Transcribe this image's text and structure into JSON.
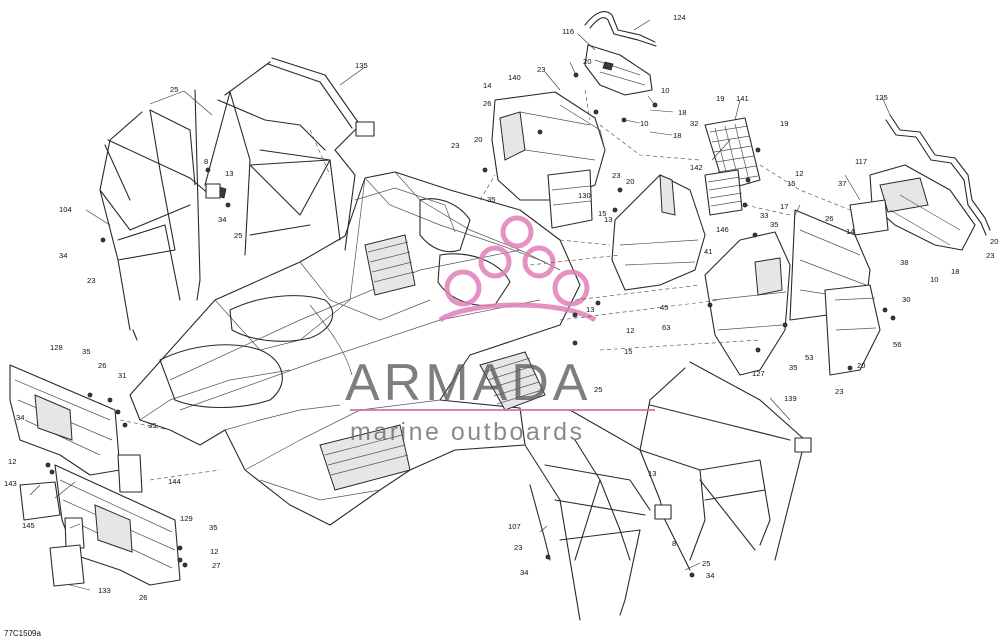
{
  "diagram_id": "77C1509a",
  "watermark": {
    "brand": "ARMADA",
    "tagline": "marine outboards",
    "logo_color": "#e07fb8",
    "rule_color": "#d86aa6"
  },
  "callouts": [
    {
      "label": "124"
    },
    {
      "label": "116"
    },
    {
      "label": "20"
    },
    {
      "label": "23"
    },
    {
      "label": "10"
    },
    {
      "label": "18"
    },
    {
      "label": "10"
    },
    {
      "label": "18"
    },
    {
      "label": "140"
    },
    {
      "label": "14"
    },
    {
      "label": "26"
    },
    {
      "label": "135"
    },
    {
      "label": "25"
    },
    {
      "label": "20"
    },
    {
      "label": "23"
    },
    {
      "label": "19"
    },
    {
      "label": "141"
    },
    {
      "label": "32"
    },
    {
      "label": "19"
    },
    {
      "label": "125"
    },
    {
      "label": "8"
    },
    {
      "label": "13"
    },
    {
      "label": "34"
    },
    {
      "label": "25"
    },
    {
      "label": "104"
    },
    {
      "label": "34"
    },
    {
      "label": "23"
    },
    {
      "label": "142"
    },
    {
      "label": "23"
    },
    {
      "label": "20"
    },
    {
      "label": "12"
    },
    {
      "label": "15"
    },
    {
      "label": "117"
    },
    {
      "label": "37"
    },
    {
      "label": "130"
    },
    {
      "label": "15"
    },
    {
      "label": "13"
    },
    {
      "label": "17"
    },
    {
      "label": "33"
    },
    {
      "label": "35"
    },
    {
      "label": "35"
    },
    {
      "label": "26"
    },
    {
      "label": "14"
    },
    {
      "label": "146"
    },
    {
      "label": "41"
    },
    {
      "label": "20"
    },
    {
      "label": "23"
    },
    {
      "label": "38"
    },
    {
      "label": "10"
    },
    {
      "label": "18"
    },
    {
      "label": "45"
    },
    {
      "label": "13"
    },
    {
      "label": "12"
    },
    {
      "label": "63"
    },
    {
      "label": "30"
    },
    {
      "label": "128"
    },
    {
      "label": "35"
    },
    {
      "label": "26"
    },
    {
      "label": "31"
    },
    {
      "label": "15"
    },
    {
      "label": "56"
    },
    {
      "label": "53"
    },
    {
      "label": "35"
    },
    {
      "label": "127"
    },
    {
      "label": "20"
    },
    {
      "label": "23"
    },
    {
      "label": "25"
    },
    {
      "label": "139"
    },
    {
      "label": "34"
    },
    {
      "label": "35"
    },
    {
      "label": "12"
    },
    {
      "label": "144"
    },
    {
      "label": "143"
    },
    {
      "label": "13"
    },
    {
      "label": "129"
    },
    {
      "label": "145"
    },
    {
      "label": "35"
    },
    {
      "label": "12"
    },
    {
      "label": "27"
    },
    {
      "label": "107"
    },
    {
      "label": "8"
    },
    {
      "label": "23"
    },
    {
      "label": "34"
    },
    {
      "label": "25"
    },
    {
      "label": "34"
    },
    {
      "label": "133"
    },
    {
      "label": "26"
    }
  ]
}
